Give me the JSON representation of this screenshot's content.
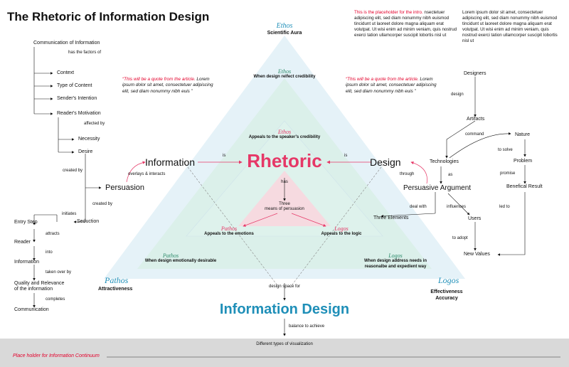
{
  "title": "The Rhetoric of Information Design",
  "intro": {
    "placeholder": "This is the placeholder for the intro.",
    "text1": "nsectetuer adipiscing elit, sed diam nonummy nibh euismod tincidunt ut laoreet dolore magna aliquam erat volutpat. Ut wisi enim ad minim veniam, quis nostrud exerci tation ullamcorper suscipit lobortis nisl ut",
    "text2": "Lorem ipsum dolor sit amet, consectetuer adipiscing elit, sed diam nonummy nibh euismod tincidunt ut laoreet dolore magna aliquam erat volutpat. Ut wisi enim ad minim veniam, quis nostrud exerci tation ullamcorper suscipit lobortis nisl ut"
  },
  "quotes": {
    "left": "“This will be a quote from the article.",
    "left_rest": " Lorem ipsum dolor sit amet, consectetuer adipiscing elit, sed diam nonummy nibh euis ”",
    "right": "“This will be a quote from the article.",
    "right_rest": " Lorem ipsum dolor sit amet, consectetuer adipiscing elit, sed diam nonummy nibh euis ”"
  },
  "triangle": {
    "top_ethos": "Ethos",
    "top_ethos_sub": "Scientific Aura",
    "outer_left": "Pathos",
    "outer_left_sub": "Attractiveness",
    "outer_right": "Logos",
    "outer_right_sub1": "Effectiveness",
    "outer_right_sub2": "Accuracy",
    "l1_ethos": "Ethos",
    "l1_ethos_sub": "When design relfect credibility",
    "l2_ethos": "Ethos",
    "l2_ethos_sub": "Appeals to the speaker's credibility",
    "l1_pathos": "Pathos",
    "l1_pathos_sub": "When design emotionally desirable",
    "l1_logos": "Logos",
    "l1_logos_sub1": "When design address needs in",
    "l1_logos_sub2": "reasonalbe and expedient way",
    "l2_pathos": "Pathos",
    "l2_pathos_sub": "Appeals to the emotions",
    "l2_logos": "Logos",
    "l2_logos_sub": "Appeals to the logic",
    "rhetoric": "Rhetoric",
    "has": "has",
    "three1": "Three",
    "three2": "means of persuasion",
    "information": "Information",
    "design": "Design",
    "is_left": "is",
    "is_right": "is",
    "info_design": "Information Design",
    "design_space": "design space for",
    "balance": "balance to achieve"
  },
  "left_tree": {
    "root": "Communication of Information",
    "has_factors": "has the factors of",
    "factors": [
      "Context",
      "Type of Content",
      "Sender's Intention",
      "Reader's Motivation"
    ],
    "affected_by": "affected by",
    "motivations": [
      "Necessity",
      "Desire"
    ],
    "created_by": "created by",
    "persuasion": "Persuasion",
    "overlays": "overlays & interacts",
    "created_by2": "created by",
    "seduction": "Seduction",
    "initiates": "initiates",
    "entry_step": "Entry Step",
    "attracts": "attracts",
    "reader": "Reader",
    "into": "into",
    "information": "Information",
    "taken_over": "taken over by",
    "quality1": "Quality and Relevance",
    "quality2": "of the information",
    "completes": "completes",
    "communication": "Communication"
  },
  "right_tree": {
    "designers": "Designers",
    "design": "design",
    "artifacts": "Artifacts",
    "command": "command",
    "nature": "Nature",
    "technologies": "Technologies",
    "to_solve": "to solve",
    "problem": "Problem",
    "as": "as",
    "promise": "promise",
    "persuasive": "Persuasive Argument",
    "through": "through",
    "beneficial": "Benefical Result",
    "deal_with": "deal with",
    "influences": "influences",
    "led_to": "led to",
    "three_elements": "Three Elements",
    "users": "Users",
    "to_adopt": "to adopt",
    "new_values": "New Values"
  },
  "footer": {
    "label": "Different types of visualization",
    "continuum": "Place holder for Information Continuum"
  }
}
